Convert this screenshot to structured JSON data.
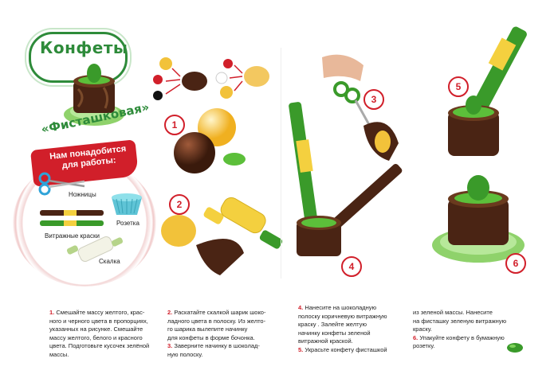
{
  "title": "Конфеты",
  "subtitle": "«Фисташковая»",
  "need_label": "Нам понадобится для работы:",
  "tools": {
    "scissors": "Ножницы",
    "socket": "Розетка",
    "paints": "Витражные краски",
    "rolling_pin": "Скалка"
  },
  "step_numbers": [
    "1",
    "2",
    "3",
    "4",
    "5",
    "6"
  ],
  "instructions": {
    "col1": [
      {
        "num": "1.",
        "text": "Смешайте массу желтого, крас-"
      },
      {
        "num": "",
        "text": "ного и черного цвета в пропорциях,"
      },
      {
        "num": "",
        "text": "указанных на рисунке. Смешайте"
      },
      {
        "num": "",
        "text": "массу желтого, белого и красного"
      },
      {
        "num": "",
        "text": "цвета. Подготовьте кусочек зелёной"
      },
      {
        "num": "",
        "text": "массы."
      }
    ],
    "col2": [
      {
        "num": "2.",
        "text": "Раскатайте скалкой шарик шоко-"
      },
      {
        "num": "",
        "text": "ладного цвета в полоску. Из желто-"
      },
      {
        "num": "",
        "text": "го шарика вылепите начинку"
      },
      {
        "num": "",
        "text": "для конфеты в форме бочонка."
      },
      {
        "num": "3.",
        "text": "Заверните начинку в шоколад-"
      },
      {
        "num": "",
        "text": "ную полоску."
      }
    ],
    "col3": [
      {
        "num": "4.",
        "text": "Нанесите на шоколадную"
      },
      {
        "num": "",
        "text": "полоску коричневую витражную"
      },
      {
        "num": "",
        "text": "краску . Залейте желтую"
      },
      {
        "num": "",
        "text": "начинку конфеты зеленой"
      },
      {
        "num": "",
        "text": "витражной краской."
      },
      {
        "num": "5.",
        "text": "Украсьте конфету фисташкой"
      }
    ],
    "col4": [
      {
        "num": "",
        "text": "из зеленой массы. Нанесите"
      },
      {
        "num": "",
        "text": "на фисташку зеленую витражную"
      },
      {
        "num": "",
        "text": "краску."
      },
      {
        "num": "6.",
        "text": "Упакуйте конфету в бумажную"
      },
      {
        "num": "",
        "text": "розетку."
      }
    ]
  },
  "colors": {
    "brand_red": "#d11f2a",
    "brand_green": "#2e8b3a",
    "chocolate": "#4a2414",
    "yellow": "#f2c23a",
    "pistachio": "#5cbf3a"
  }
}
